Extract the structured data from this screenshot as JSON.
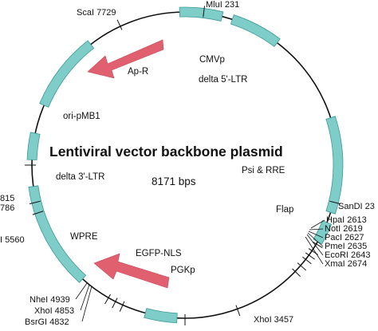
{
  "colors": {
    "feature": "#7fcdc9",
    "feature_stroke": "#3a9a96",
    "arrow": "#e06070",
    "backbone": "#111111"
  },
  "plasmid": {
    "title": "Lentiviral vector backbone plasmid",
    "size": "8171 bps"
  },
  "features": {
    "ap_r": "Ap-R",
    "cmvp": "CMVp",
    "delta5ltr": "delta 5'-LTR",
    "ori": "ori-pMB1",
    "psi_rre": "Psi & RRE",
    "delta3ltr": "delta 3'-LTR",
    "flap": "Flap",
    "wpre": "WPRE",
    "egfp": "EGFP-NLS",
    "pgkp": "PGKp"
  },
  "sites": {
    "scai": "ScaI 7729",
    "mlui": "MluI 231",
    "sandi": "SanDI 23",
    "hpai": "HpaI 2613",
    "noti": "NotI 2619",
    "paci": "PacI 2627",
    "pmei": "PmeI 2635",
    "ecori": "EcoRI 2643",
    "xmai": "XmaI 2674",
    "xhoi3457": "XhoI 3457",
    "nhei": "NheI 4939",
    "xhoi4853": "XhoI 4853",
    "bsrgi": "BsrGI 4832",
    "left815": "815",
    "left786": "786",
    "left5560": "I 5560"
  }
}
